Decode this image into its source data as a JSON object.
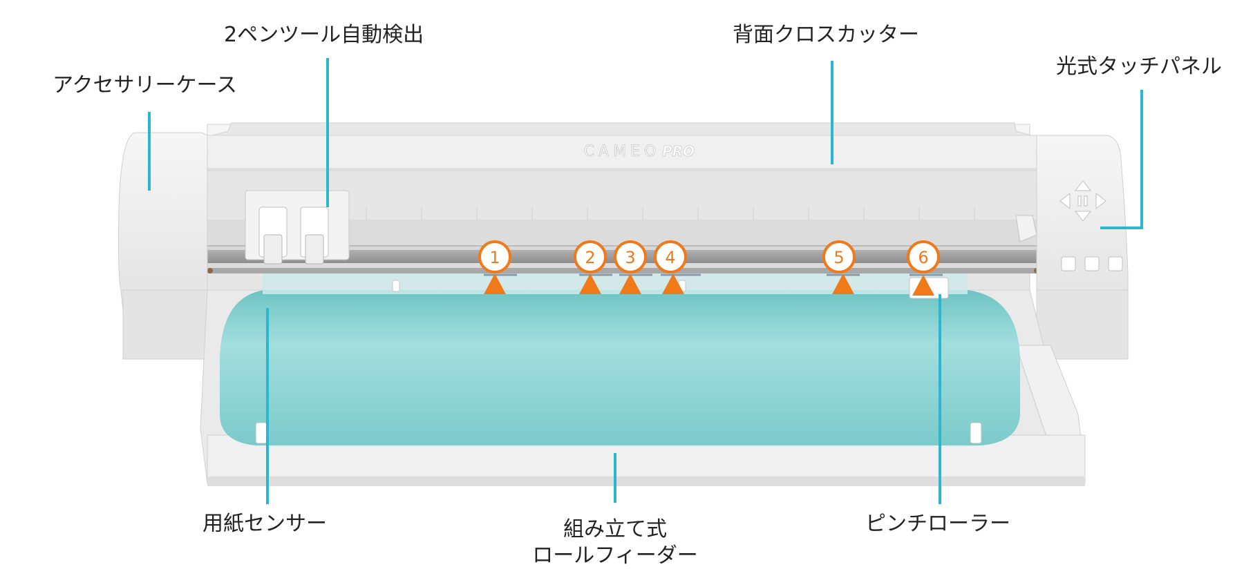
{
  "machine": {
    "brand_text": "CAMEO",
    "brand_suffix": "PRO"
  },
  "callouts": {
    "accessory_case": "アクセサリーケース",
    "pen_tool_detect": "2ペンツール自動検出",
    "cross_cutter": "背面クロスカッター",
    "touch_panel": "光式タッチパネル",
    "paper_sensor": "用紙センサー",
    "roll_feeder_line1": "組み立て式",
    "roll_feeder_line2": "ロールフィーダー",
    "pinch_roller": "ピンチローラー"
  },
  "markers": [
    {
      "label": "1"
    },
    {
      "label": "2"
    },
    {
      "label": "3"
    },
    {
      "label": "4"
    },
    {
      "label": "5"
    },
    {
      "label": "6"
    }
  ],
  "colors": {
    "leader_line": "#2bb7cf",
    "marker_orange": "#f07a1a",
    "roll_teal": "#8fd6d6",
    "body_white": "#ededed"
  }
}
